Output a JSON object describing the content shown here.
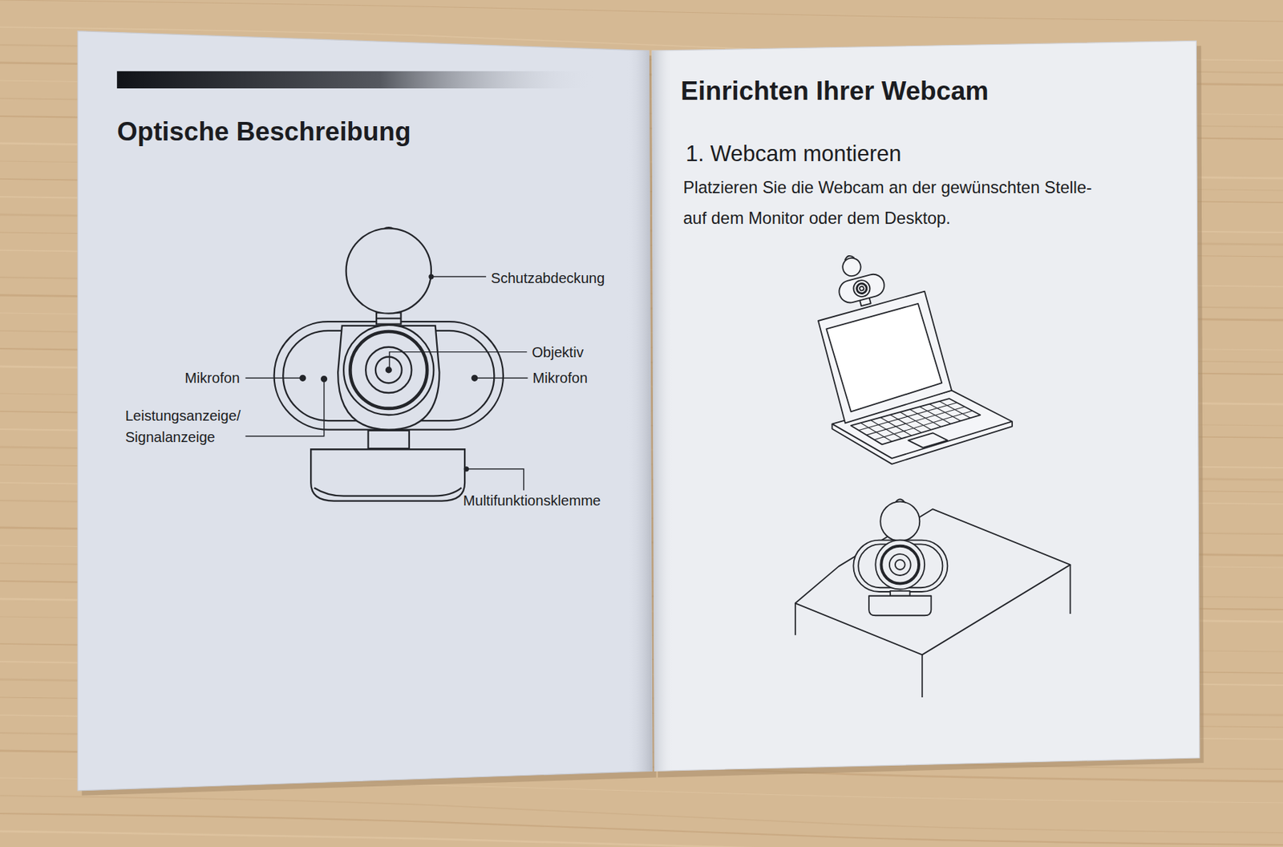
{
  "diagram": {
    "title": "Optische Beschreibung",
    "labels": [
      "Schutzabdeckung",
      "Objektiv",
      "Mikrofon",
      "Mikrofon",
      "Leistungsanzeige/ Signalanzeige",
      "Multifunktionsklemme",
      "Einrichten Ihrer Webcam",
      "1. Webcam montieren",
      "Platzieren Sie die Webcam an der gewünschten Stelle-auf dem Monitor oder dem Desktop."
    ]
  }
}
